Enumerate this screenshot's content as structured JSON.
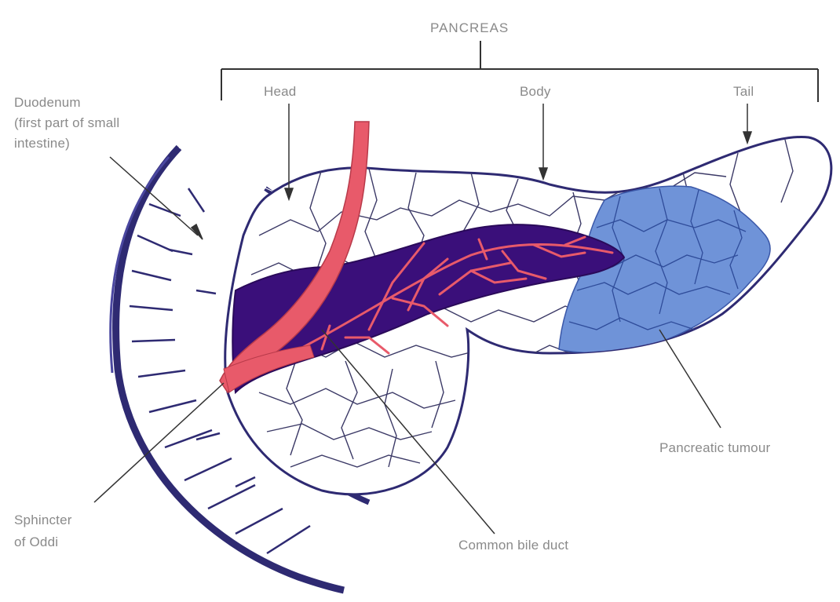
{
  "title": "PANCREAS",
  "regions": {
    "head": "Head",
    "body": "Body",
    "tail": "Tail"
  },
  "labels": {
    "duodenum_line1": "Duodenum",
    "duodenum_line2": "(first part of small",
    "duodenum_line3": "intestine)",
    "sphincter_line1": "Sphincter",
    "sphincter_line2": "of Oddi",
    "common_bile_duct": "Common bile duct",
    "pancreatic_tumour": "Pancreatic tumour"
  },
  "colors": {
    "outline": "#2e2a72",
    "pancreatic_duct": "#3a0f7a",
    "bile_duct": "#e85a6a",
    "tumour": "#6f93d8",
    "label_text": "#8a8a8a"
  }
}
